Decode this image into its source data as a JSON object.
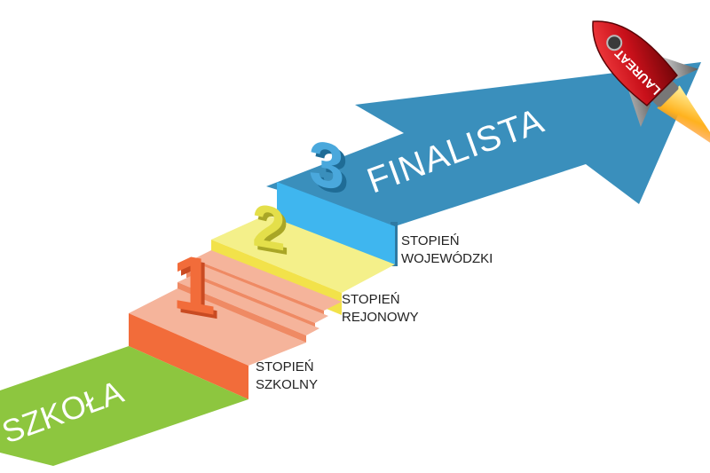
{
  "steps": {
    "school": {
      "label": "SZKOŁA"
    },
    "step1": {
      "number": "1",
      "line1": "STOPIEŃ",
      "line2": "SZKOLNY"
    },
    "step2": {
      "number": "2",
      "line1": "STOPIEŃ",
      "line2": "REJONOWY"
    },
    "step3": {
      "number": "3",
      "line1": "STOPIEŃ",
      "line2": "WOJEWÓDZKI"
    },
    "finalist": {
      "label": "FINALISTA"
    },
    "laureate": {
      "label": "LAUREAT"
    }
  },
  "colors": {
    "green": "#8dc63f",
    "orange": "#f26c3a",
    "salmon": "#f5b49b",
    "yellow_top": "#f4f08a",
    "yellow_front": "#f2e24a",
    "blue_light": "#3fb6ef",
    "blue_dark": "#3a8fbc",
    "rocket_red": "#d0121b"
  }
}
